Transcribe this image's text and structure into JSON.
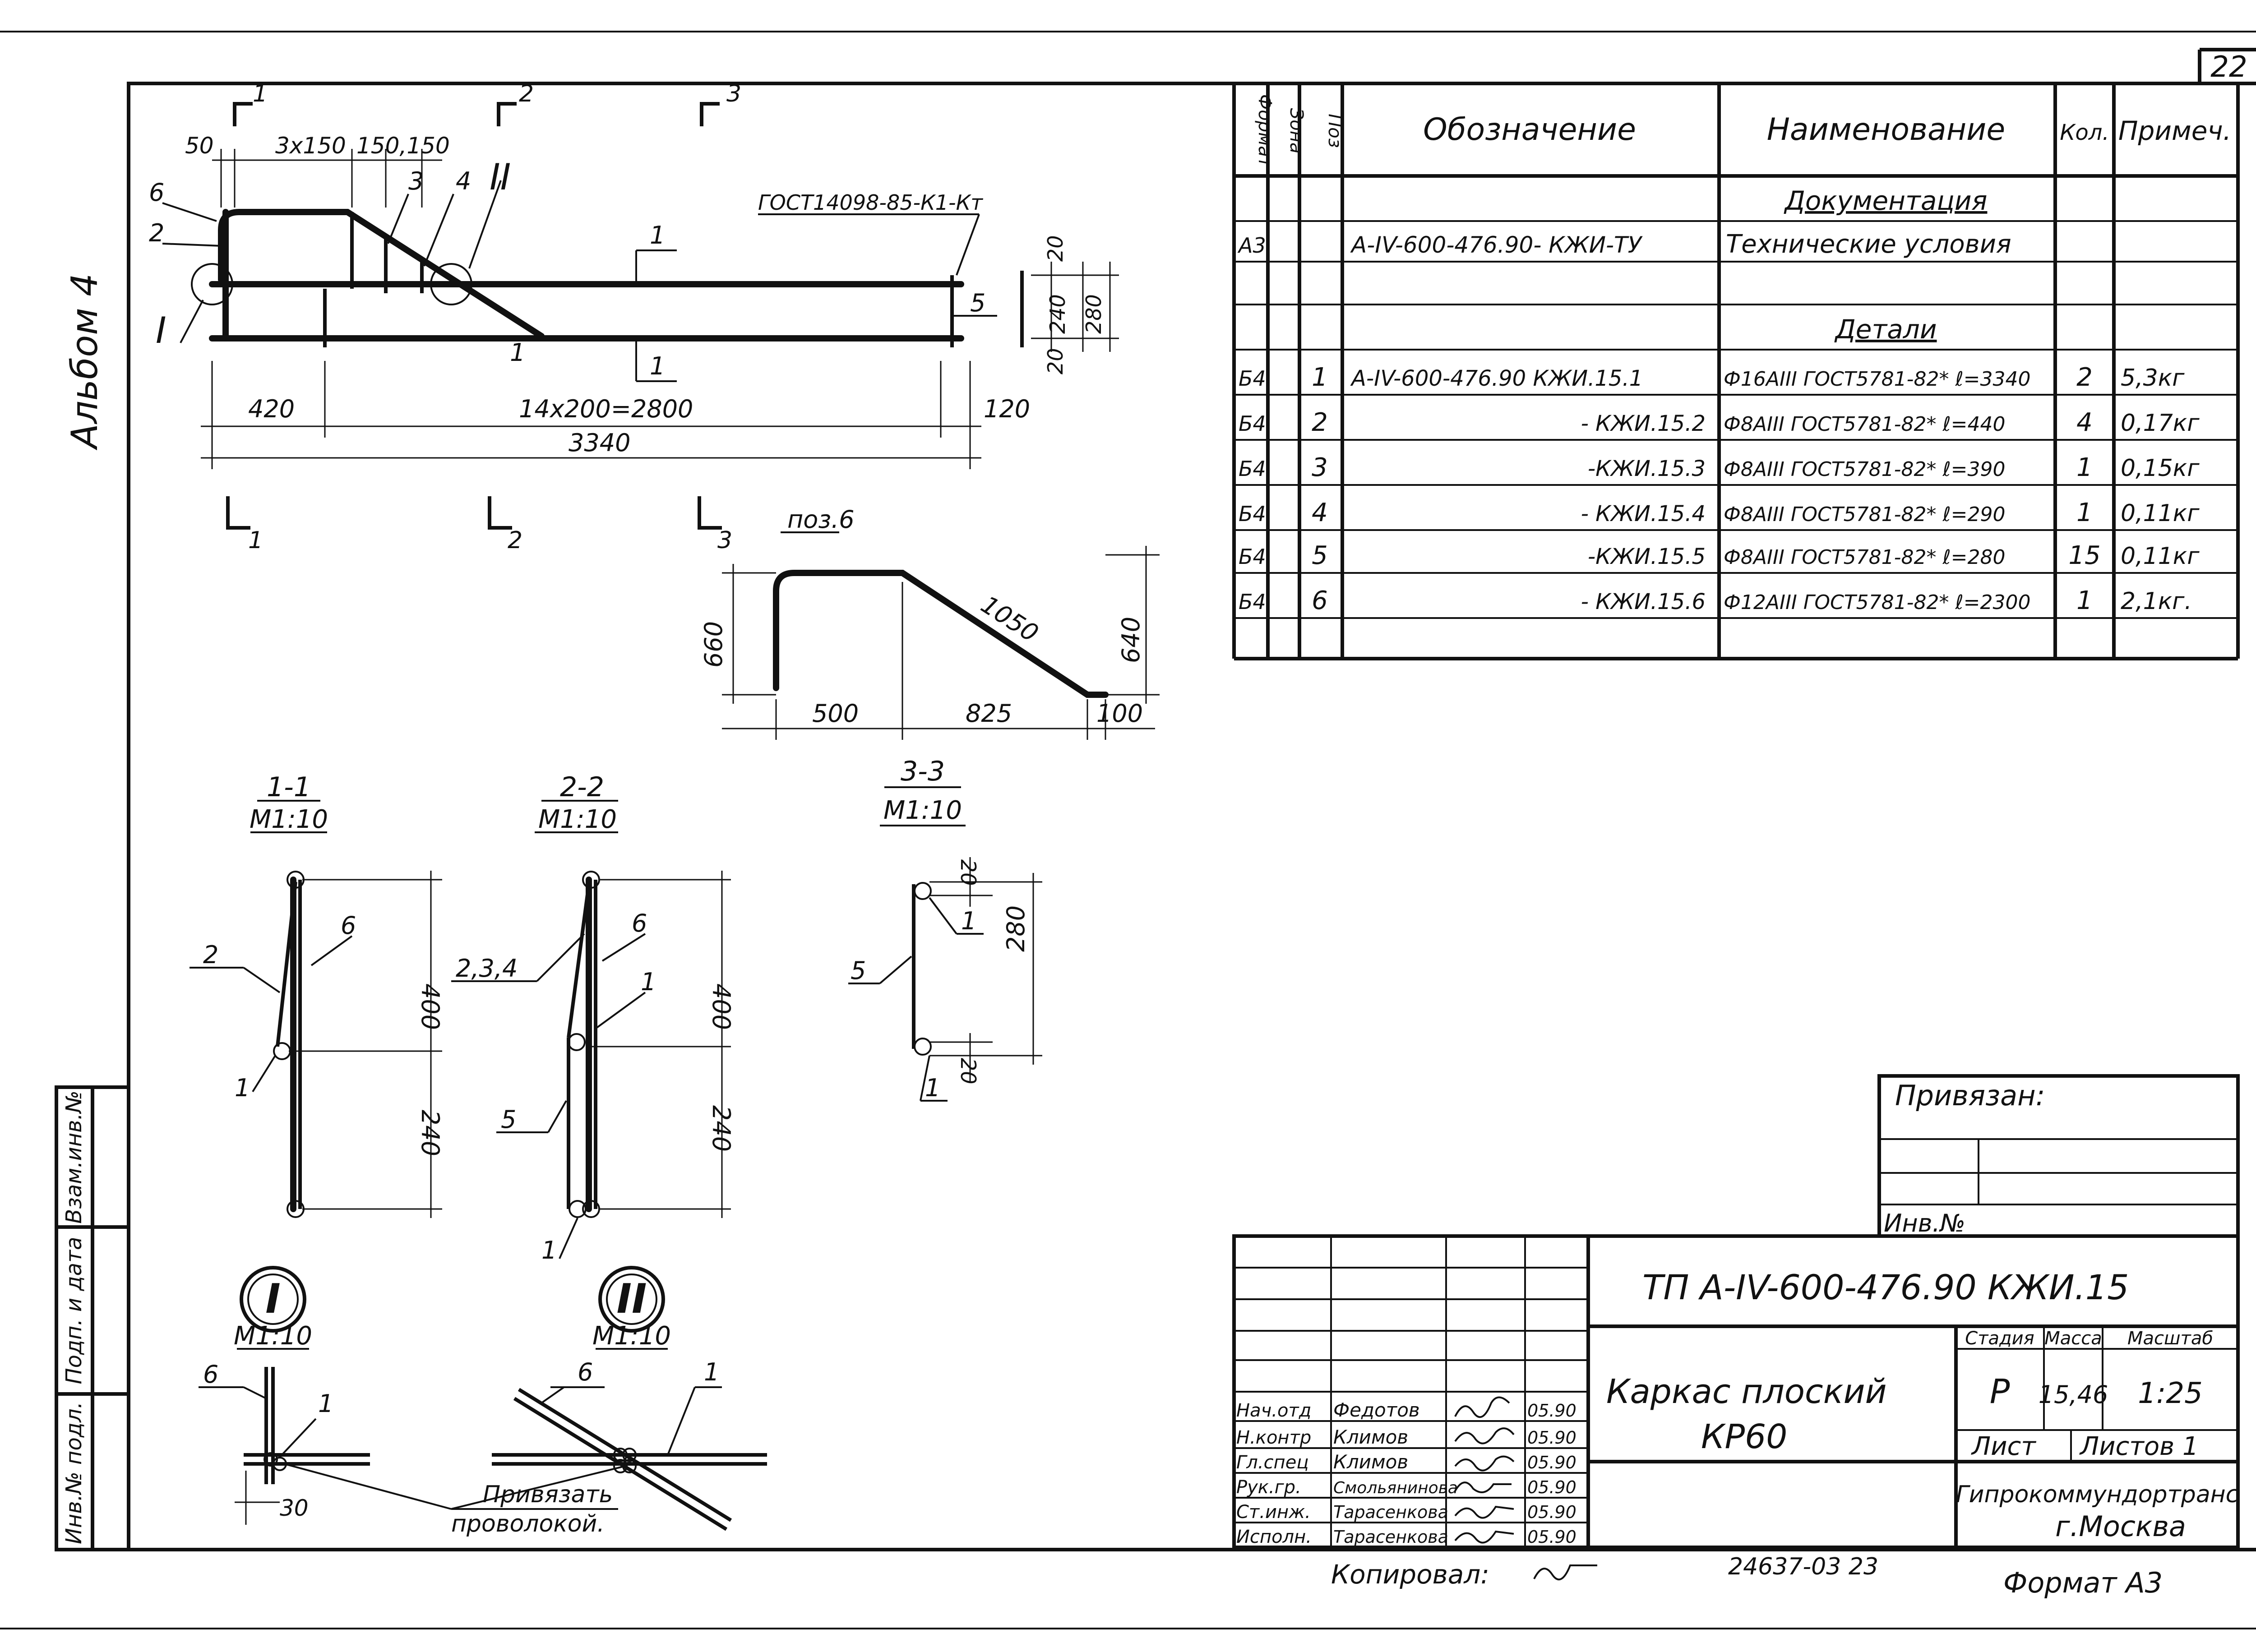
{
  "sheet_number": "22",
  "album_label": "Альбом 4",
  "left_stamp": [
    "Инв.№ подл.",
    "Подп. и дата",
    "Взам.инв.№"
  ],
  "main_view": {
    "cut_labels": [
      "1",
      "2",
      "3"
    ],
    "node_labels": [
      "I",
      "II"
    ],
    "position_labels": [
      "6",
      "2",
      "3",
      "4",
      "5",
      "1",
      "1",
      "1"
    ],
    "dims_top": [
      "50",
      "3x150",
      "150,150"
    ],
    "gost_note": "ГОСТ14098-85-К1-Кт",
    "dims_right": [
      "20",
      "240",
      "280",
      "20"
    ],
    "dims_bottom": [
      "420",
      "14x200=2800",
      "120"
    ],
    "overall": "3340"
  },
  "pos6": {
    "title": "поз.6",
    "dims": [
      "660",
      "1050",
      "640",
      "500",
      "825",
      "100"
    ]
  },
  "sections": [
    {
      "title": "1-1",
      "scale": "М1:10",
      "labels": [
        "2",
        "6",
        "1"
      ],
      "dims": [
        "400",
        "240"
      ]
    },
    {
      "title": "2-2",
      "scale": "М1:10",
      "labels": [
        "2,3,4",
        "6",
        "1",
        "5",
        "1"
      ],
      "dims": [
        "400",
        "240"
      ]
    },
    {
      "title": "3-3",
      "scale": "М1:10",
      "labels": [
        "5",
        "1",
        "1"
      ],
      "dims": [
        "20",
        "280",
        "20"
      ]
    }
  ],
  "nodes": [
    {
      "mark": "I",
      "scale": "М1:10",
      "labels": [
        "6",
        "1"
      ],
      "dim": "30"
    },
    {
      "mark": "II",
      "scale": "М1:10",
      "labels": [
        "6",
        "1"
      ]
    }
  ],
  "tie_note": [
    "Привязать",
    "проволокой."
  ],
  "spec": {
    "headers": [
      "Формат",
      "Зона",
      "Поз",
      "Обозначение",
      "Наименование",
      "Кол.",
      "Примеч."
    ],
    "section_docs": "Документация",
    "doc_row": {
      "format": "А3",
      "designation": "А-IV-600-476.90- КЖИ-ТУ",
      "name": "Технические условия"
    },
    "section_parts": "Детали",
    "rows": [
      {
        "format": "Б4",
        "pos": "1",
        "designation": "А-IV-600-476.90  КЖИ.15.1",
        "name": "Ф16АIII ГОСТ5781-82* ℓ=3340",
        "qty": "2",
        "note": "5,3кг"
      },
      {
        "format": "Б4",
        "pos": "2",
        "designation": "- КЖИ.15.2",
        "name": "Ф8АIII ГОСТ5781-82* ℓ=440",
        "qty": "4",
        "note": "0,17кг"
      },
      {
        "format": "Б4",
        "pos": "3",
        "designation": "-КЖИ.15.3",
        "name": "Ф8АIII ГОСТ5781-82* ℓ=390",
        "qty": "1",
        "note": "0,15кг"
      },
      {
        "format": "Б4",
        "pos": "4",
        "designation": "- КЖИ.15.4",
        "name": "Ф8АIII ГОСТ5781-82* ℓ=290",
        "qty": "1",
        "note": "0,11кг"
      },
      {
        "format": "Б4",
        "pos": "5",
        "designation": "-КЖИ.15.5",
        "name": "Ф8АIII ГОСТ5781-82* ℓ=280",
        "qty": "15",
        "note": "0,11кг"
      },
      {
        "format": "Б4",
        "pos": "6",
        "designation": "- КЖИ.15.6",
        "name": "Ф12АIII ГОСТ5781-82* ℓ=2300",
        "qty": "1",
        "note": "2,1кг."
      }
    ]
  },
  "binding": {
    "title": "Привязан:",
    "inv": "Инв.№"
  },
  "title_block": {
    "code": "ТП  А-IV-600-476.90   КЖИ.15",
    "name_lines": [
      "Каркас плоский",
      "КР60"
    ],
    "stage_header": "Стадия",
    "mass_header": "Масса",
    "scale_header": "Масштаб",
    "stage": "Р",
    "mass": "15,46",
    "scale": "1:25",
    "sheet_header": "Лист",
    "sheets_header": "Листов 1",
    "org_lines": [
      "Гипрокоммундортранс",
      "г.Москва"
    ],
    "staff": [
      {
        "role": "Нач.отд",
        "name": "Федотов",
        "date": "05.90"
      },
      {
        "role": "Н.контр",
        "name": "Климов",
        "date": "05.90"
      },
      {
        "role": "Гл.спец",
        "name": "Климов",
        "date": "05.90"
      },
      {
        "role": "Рук.гр.",
        "name": "Смольянинова",
        "date": "05.90"
      },
      {
        "role": "Ст.инж.",
        "name": "Тарасенкова",
        "date": "05.90"
      },
      {
        "role": "Исполн.",
        "name": "Тарасенкова",
        "date": "05.90"
      }
    ]
  },
  "footer": {
    "copied": "Копировал:",
    "archive": "24637-03  23",
    "format": "Формат А3"
  }
}
